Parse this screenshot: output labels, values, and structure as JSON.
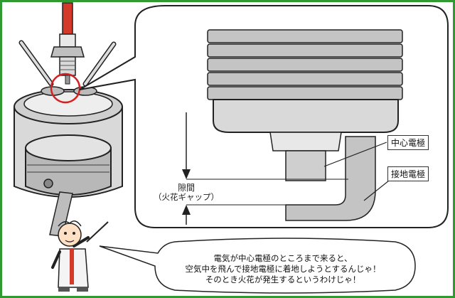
{
  "labels": {
    "center_electrode": "中心電極",
    "ground_electrode": "接地電極",
    "gap_line1": "隙間",
    "gap_line2": "（火花ギャップ）"
  },
  "speech": {
    "line1": "電気が中心電極のところまで来ると、",
    "line2": "空気中を飛んで接地電極に着地しようとするんじゃ！",
    "line3": "そのとき火花が発生するというわけじゃ！"
  },
  "colors": {
    "frame": "#2f9a2f",
    "plug_cap": "#d43a2a",
    "metal": "#c9c9c9",
    "metal_dark": "#8f8f8f",
    "outline": "#222222"
  },
  "icons": [
    "spark-plug",
    "engine-cylinder",
    "piston",
    "professor-character",
    "zoom-callout"
  ]
}
